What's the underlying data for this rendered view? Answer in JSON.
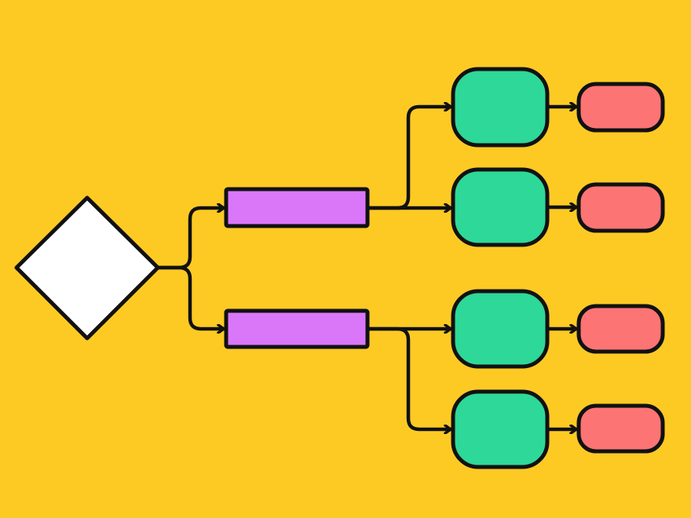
{
  "diagram": {
    "type": "flowchart-tree",
    "colors": {
      "background": "#FDCA24",
      "decision": "#FFFFFF",
      "process": "#DA77F9",
      "step": "#2ED898",
      "terminal": "#FD7474",
      "stroke": "#111111"
    },
    "nodes": [
      {
        "id": "decision",
        "shape": "diamond"
      },
      {
        "id": "process-1",
        "shape": "rectangle",
        "parent": "decision"
      },
      {
        "id": "process-2",
        "shape": "rectangle",
        "parent": "decision"
      },
      {
        "id": "step-1",
        "shape": "rounded-square",
        "parent": "process-1"
      },
      {
        "id": "step-2",
        "shape": "rounded-square",
        "parent": "process-1"
      },
      {
        "id": "step-3",
        "shape": "rounded-square",
        "parent": "process-2"
      },
      {
        "id": "step-4",
        "shape": "rounded-square",
        "parent": "process-2"
      },
      {
        "id": "end-1",
        "shape": "pill",
        "parent": "step-1"
      },
      {
        "id": "end-2",
        "shape": "pill",
        "parent": "step-2"
      },
      {
        "id": "end-3",
        "shape": "pill",
        "parent": "step-3"
      },
      {
        "id": "end-4",
        "shape": "pill",
        "parent": "step-4"
      }
    ]
  }
}
